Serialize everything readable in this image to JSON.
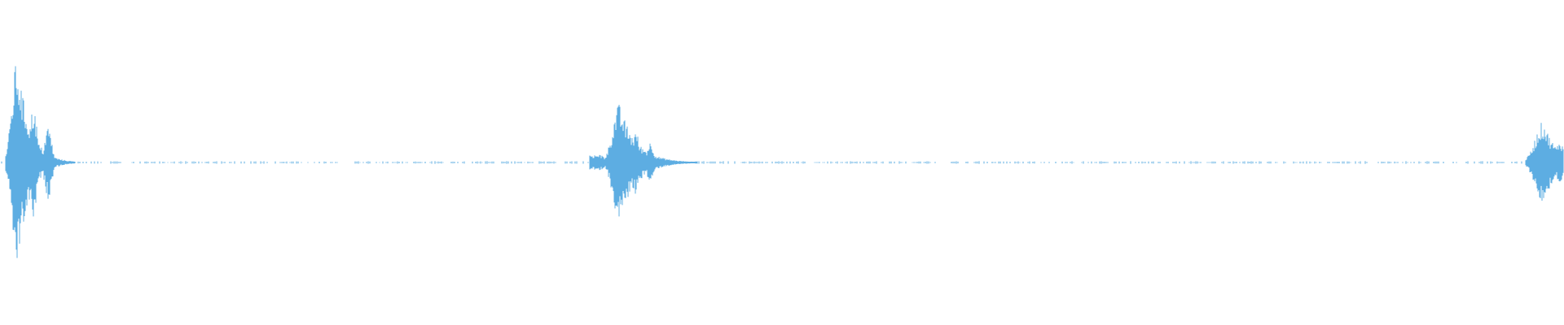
{
  "waveform": {
    "color": "#5DADE2",
    "background": "#FFFFFF",
    "bursts": [
      {
        "name": "burst-1",
        "time_fraction": 0.011,
        "peak_amplitude": 0.8
      },
      {
        "name": "burst-2",
        "time_fraction": 0.396,
        "peak_amplitude": 0.45
      },
      {
        "name": "burst-3",
        "time_fraction": 0.987,
        "peak_amplitude": 0.32
      }
    ]
  }
}
